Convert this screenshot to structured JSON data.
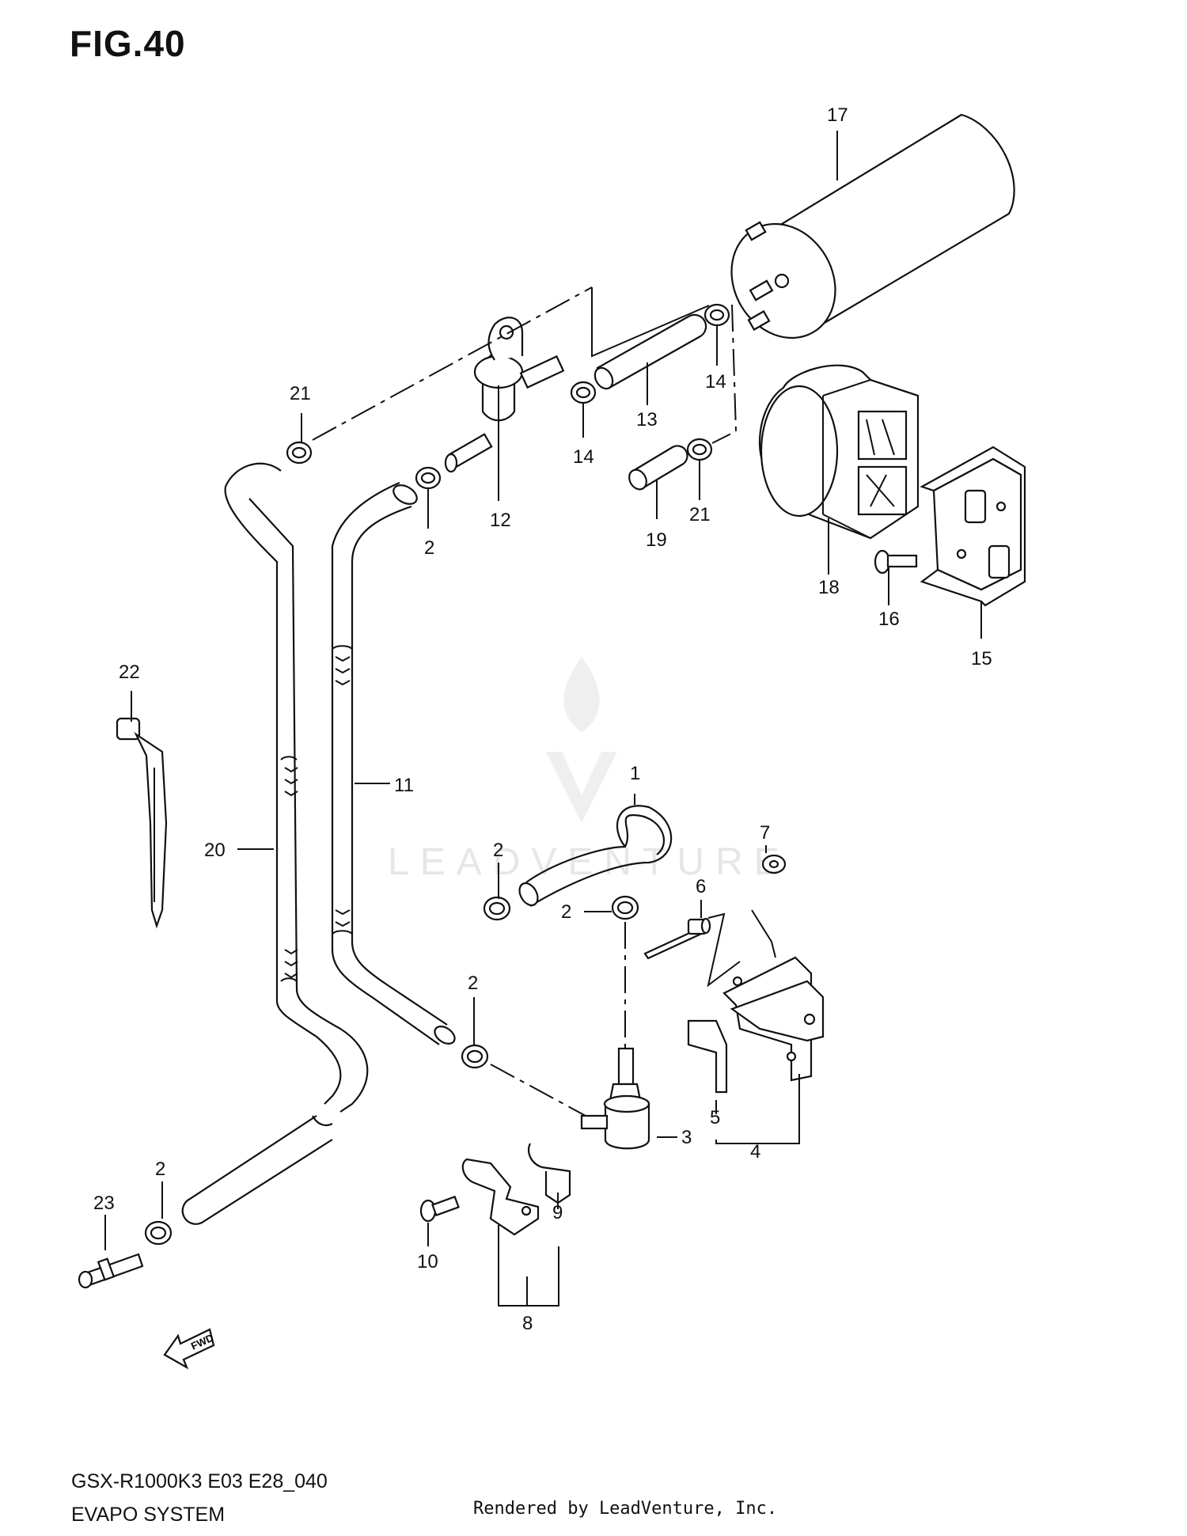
{
  "figure": {
    "title": "FIG.40"
  },
  "footer": {
    "model_code": "GSX-R1000K3 E03 E28_040",
    "system_name": "EVAPO SYSTEM",
    "rendered_by": "Rendered by LeadVenture, Inc."
  },
  "watermark": {
    "text": "LEADVENTURE"
  },
  "fwd_arrow": {
    "text": "FWD"
  },
  "callouts": [
    {
      "id": "1",
      "text": "1"
    },
    {
      "id": "2a",
      "text": "2"
    },
    {
      "id": "2b",
      "text": "2"
    },
    {
      "id": "2c",
      "text": "2"
    },
    {
      "id": "2d",
      "text": "2"
    },
    {
      "id": "2e",
      "text": "2"
    },
    {
      "id": "3",
      "text": "3"
    },
    {
      "id": "4",
      "text": "4"
    },
    {
      "id": "5",
      "text": "5"
    },
    {
      "id": "6",
      "text": "6"
    },
    {
      "id": "7",
      "text": "7"
    },
    {
      "id": "8",
      "text": "8"
    },
    {
      "id": "9",
      "text": "9"
    },
    {
      "id": "10",
      "text": "10"
    },
    {
      "id": "11",
      "text": "11"
    },
    {
      "id": "12",
      "text": "12"
    },
    {
      "id": "13",
      "text": "13"
    },
    {
      "id": "14a",
      "text": "14"
    },
    {
      "id": "14b",
      "text": "14"
    },
    {
      "id": "15",
      "text": "15"
    },
    {
      "id": "16",
      "text": "16"
    },
    {
      "id": "17",
      "text": "17"
    },
    {
      "id": "18",
      "text": "18"
    },
    {
      "id": "19",
      "text": "19"
    },
    {
      "id": "20",
      "text": "20"
    },
    {
      "id": "21a",
      "text": "21"
    },
    {
      "id": "21b",
      "text": "21"
    },
    {
      "id": "22",
      "text": "22"
    },
    {
      "id": "23",
      "text": "23"
    }
  ]
}
